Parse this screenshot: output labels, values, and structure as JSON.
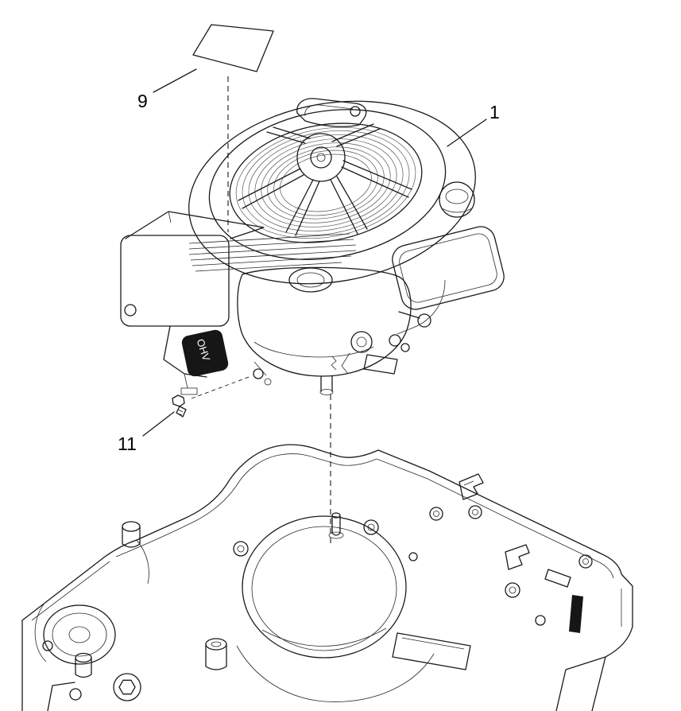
{
  "page": {
    "title": "Engine assembly exploded parts diagram",
    "background_color": "#ffffff",
    "line_color": "#1a1a1a"
  },
  "callouts": [
    {
      "label": "9",
      "target": "decal"
    },
    {
      "label": "1",
      "target": "engine-assembly"
    },
    {
      "label": "11",
      "target": "mounting-bolt"
    }
  ],
  "engine": {
    "badge": "OHV"
  }
}
